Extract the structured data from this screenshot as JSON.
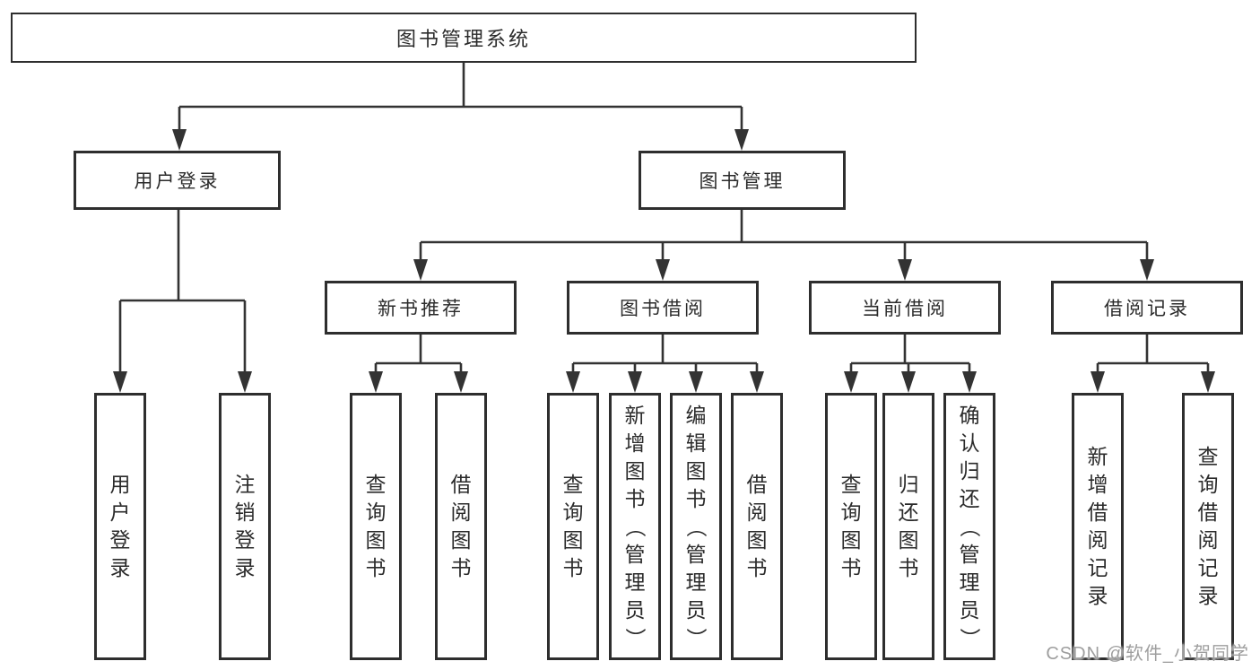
{
  "diagram": {
    "root": {
      "label": "图书管理系统",
      "children": [
        {
          "label": "用户登录",
          "children": [
            {
              "label": "用户登录"
            },
            {
              "label": "注销登录"
            }
          ]
        },
        {
          "label": "图书管理",
          "children": [
            {
              "label": "新书推荐",
              "children": [
                {
                  "label": "查询图书"
                },
                {
                  "label": "借阅图书"
                }
              ]
            },
            {
              "label": "图书借阅",
              "children": [
                {
                  "label": "查询图书"
                },
                {
                  "label": "新增图书（管理员）"
                },
                {
                  "label": "编辑图书（管理员）"
                },
                {
                  "label": "借阅图书"
                }
              ]
            },
            {
              "label": "当前借阅",
              "children": [
                {
                  "label": "查询图书"
                },
                {
                  "label": "归还图书"
                },
                {
                  "label": "确认归还（管理员）"
                }
              ]
            },
            {
              "label": "借阅记录",
              "children": [
                {
                  "label": "新增借阅记录"
                },
                {
                  "label": "查询借阅记录"
                }
              ]
            }
          ]
        }
      ]
    }
  },
  "watermark": {
    "text": "CSDN @软件_小贺同学"
  },
  "colors": {
    "background": "#ffffff",
    "line": "#333333",
    "box_border": "#2e2e2e",
    "text": "#2b2b2b",
    "watermark": "#9e9e9e"
  }
}
